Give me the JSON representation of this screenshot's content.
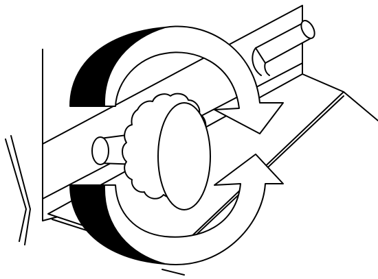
{
  "figure": {
    "subject": "knob-rotation-illustration",
    "colors": {
      "ink": "#000000",
      "paper": "#ffffff"
    },
    "rotation": {
      "direction_top": "clockwise",
      "direction_bottom": "clockwise"
    }
  }
}
